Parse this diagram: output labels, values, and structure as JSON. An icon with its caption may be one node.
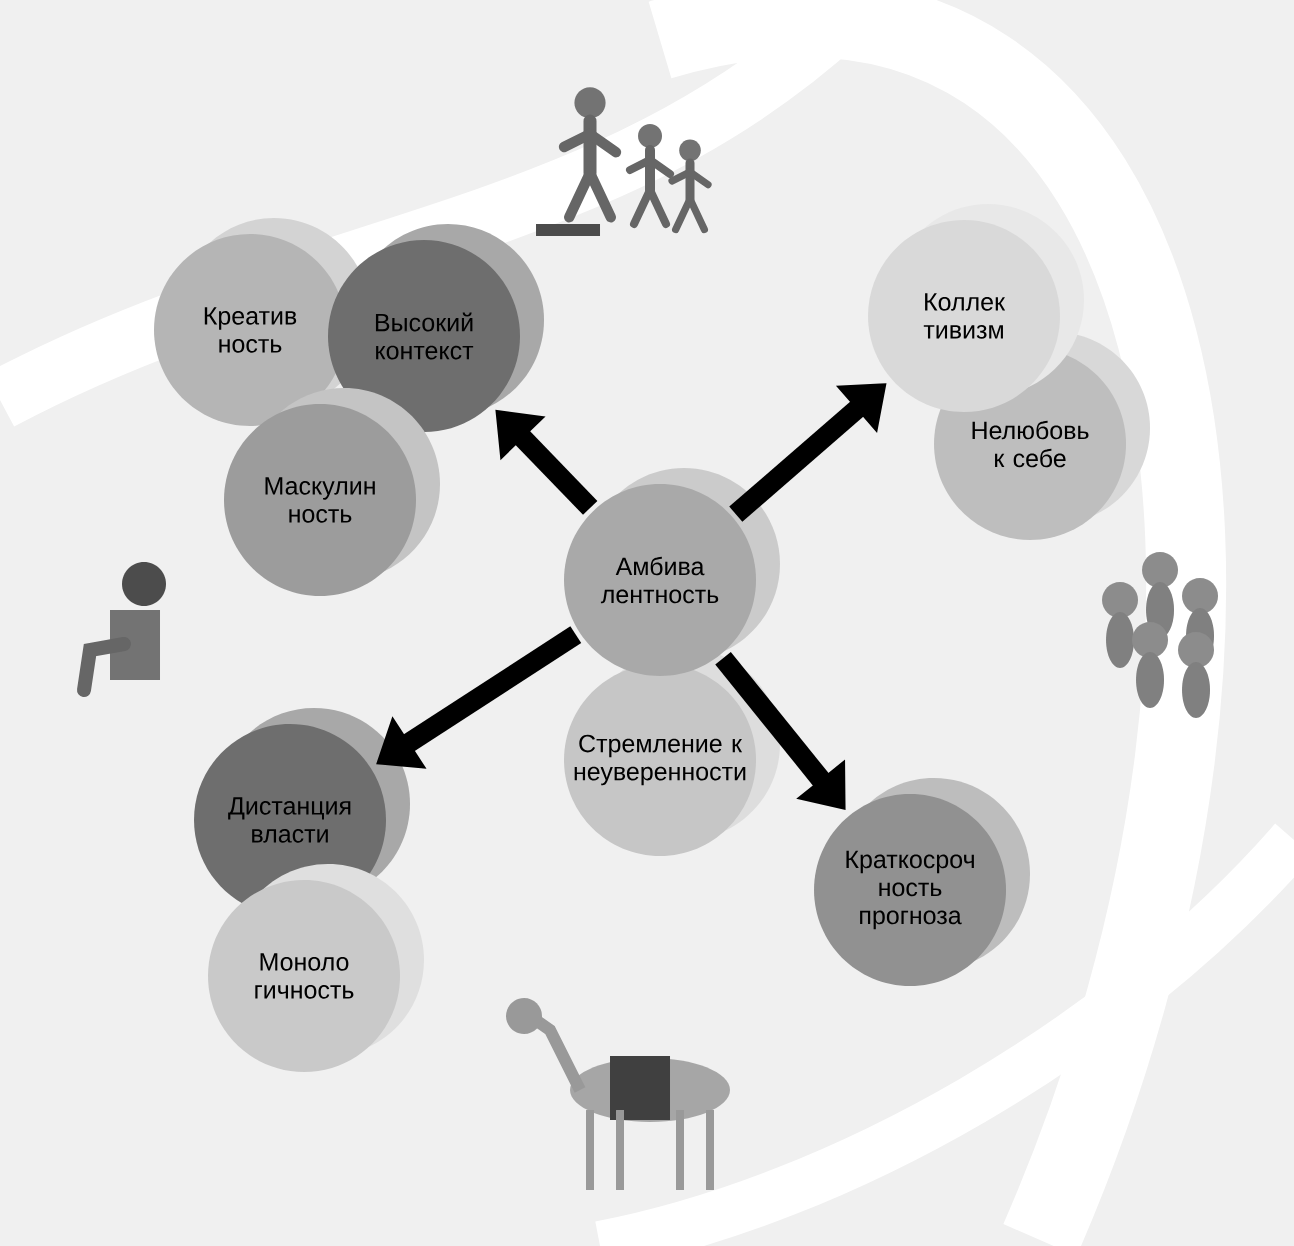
{
  "diagram": {
    "nodes": [
      {
        "text": [
          "Креатив ность"
        ]
      },
      {
        "text": [
          "Высокий контекст"
        ]
      },
      {
        "text": [
          "Маскулин ность"
        ]
      },
      {
        "text": [
          "Коллек тивизм"
        ]
      },
      {
        "text": [
          "Нелюбовь к себе"
        ]
      },
      {
        "text": [
          "Амбива лентность"
        ]
      },
      {
        "text": [
          "Стремление к неуверенности"
        ]
      },
      {
        "text": [
          "Дистанция власти"
        ]
      },
      {
        "text": [
          "Моноло гичность"
        ]
      },
      {
        "text": [
          "Краткосроч ность прогноза"
        ]
      }
    ],
    "edges": [
      {
        "from": 5,
        "to": 1,
        "arrow": "to"
      },
      {
        "from": 5,
        "to": 3,
        "arrow": "to"
      },
      {
        "from": 5,
        "to": 7,
        "arrow": "to"
      },
      {
        "from": 5,
        "to": 9,
        "arrow": "to"
      }
    ]
  }
}
